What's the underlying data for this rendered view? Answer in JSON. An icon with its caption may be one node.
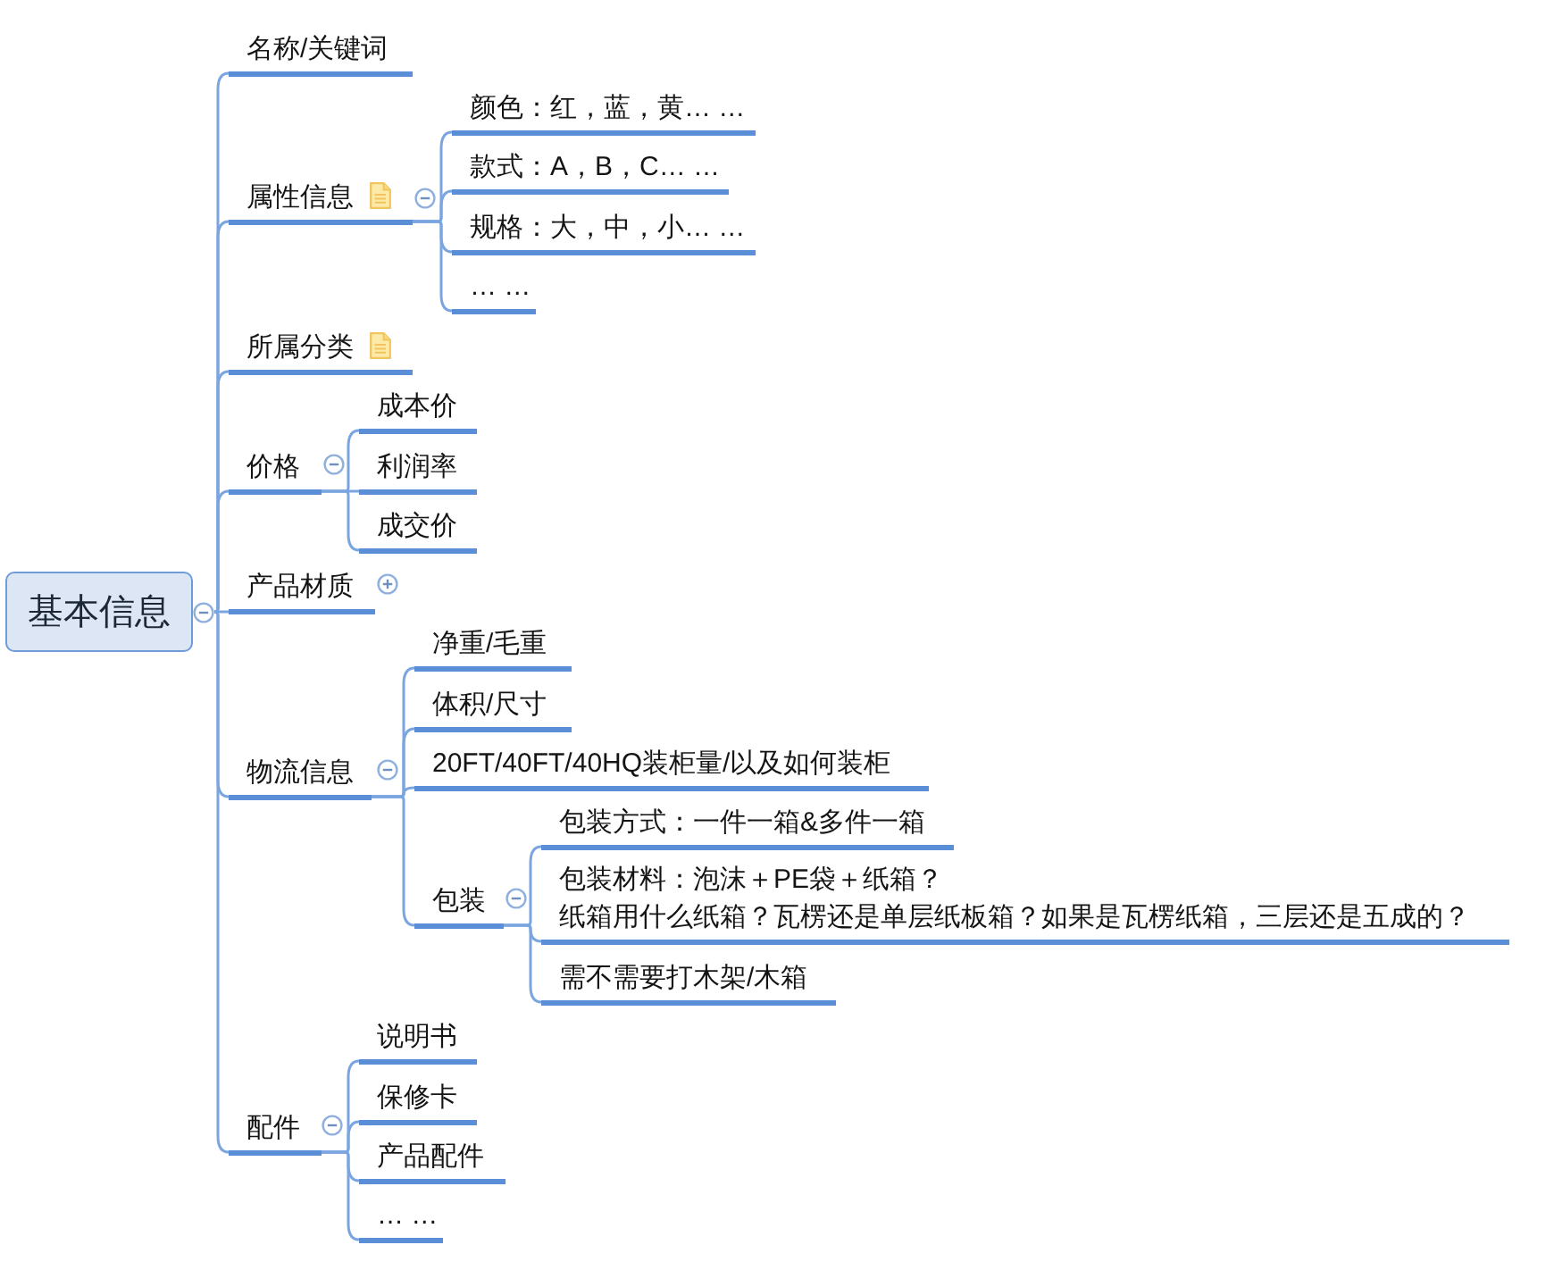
{
  "diagram": {
    "nodes": [
      {
        "text": [
          "基本信息"
        ]
      },
      {
        "text": [
          "名称/关键词"
        ]
      },
      {
        "text": [
          "属性信息"
        ]
      },
      {
        "text": [
          "颜色：红，蓝，黄… …"
        ]
      },
      {
        "text": [
          "款式：A，B，C… …"
        ]
      },
      {
        "text": [
          "规格：大，中，小… …"
        ]
      },
      {
        "text": [
          "… …"
        ]
      },
      {
        "text": [
          "所属分类"
        ]
      },
      {
        "text": [
          "价格"
        ]
      },
      {
        "text": [
          "成本价"
        ]
      },
      {
        "text": [
          "利润率"
        ]
      },
      {
        "text": [
          "成交价"
        ]
      },
      {
        "text": [
          "产品材质"
        ]
      },
      {
        "text": [
          "物流信息"
        ]
      },
      {
        "text": [
          "净重/毛重"
        ]
      },
      {
        "text": [
          "体积/尺寸"
        ]
      },
      {
        "text": [
          "20FT/40FT/40HQ装柜量/以及如何装柜"
        ]
      },
      {
        "text": [
          "包装"
        ]
      },
      {
        "text": [
          "包装方式：一件一箱&多件一箱"
        ]
      },
      {
        "text": [
          "包装材料：泡沫＋PE袋＋纸箱？",
          "纸箱用什么纸箱？瓦楞还是单层纸板箱？如果是瓦楞纸箱，三层还是五成的？"
        ]
      },
      {
        "text": [
          "需不需要打木架/木箱"
        ]
      },
      {
        "text": [
          "配件"
        ]
      },
      {
        "text": [
          "说明书"
        ]
      },
      {
        "text": [
          "保修卡"
        ]
      },
      {
        "text": [
          "产品配件"
        ]
      },
      {
        "text": [
          "… …"
        ]
      }
    ],
    "edges": [
      {
        "from": 0,
        "to": 1,
        "arrow": "none"
      },
      {
        "from": 0,
        "to": 2,
        "arrow": "none"
      },
      {
        "from": 2,
        "to": 3,
        "arrow": "none"
      },
      {
        "from": 2,
        "to": 4,
        "arrow": "none"
      },
      {
        "from": 2,
        "to": 5,
        "arrow": "none"
      },
      {
        "from": 2,
        "to": 6,
        "arrow": "none"
      },
      {
        "from": 0,
        "to": 7,
        "arrow": "none"
      },
      {
        "from": 0,
        "to": 8,
        "arrow": "none"
      },
      {
        "from": 8,
        "to": 9,
        "arrow": "none"
      },
      {
        "from": 8,
        "to": 10,
        "arrow": "none"
      },
      {
        "from": 8,
        "to": 11,
        "arrow": "none"
      },
      {
        "from": 0,
        "to": 12,
        "arrow": "none"
      },
      {
        "from": 0,
        "to": 13,
        "arrow": "none"
      },
      {
        "from": 13,
        "to": 14,
        "arrow": "none"
      },
      {
        "from": 13,
        "to": 15,
        "arrow": "none"
      },
      {
        "from": 13,
        "to": 16,
        "arrow": "none"
      },
      {
        "from": 13,
        "to": 17,
        "arrow": "none"
      },
      {
        "from": 17,
        "to": 18,
        "arrow": "none"
      },
      {
        "from": 17,
        "to": 19,
        "arrow": "none"
      },
      {
        "from": 17,
        "to": 20,
        "arrow": "none"
      },
      {
        "from": 0,
        "to": 21,
        "arrow": "none"
      },
      {
        "from": 21,
        "to": 22,
        "arrow": "none"
      },
      {
        "from": 21,
        "to": 23,
        "arrow": "none"
      },
      {
        "from": 21,
        "to": 24,
        "arrow": "none"
      },
      {
        "from": 21,
        "to": 25,
        "arrow": "none"
      }
    ]
  }
}
